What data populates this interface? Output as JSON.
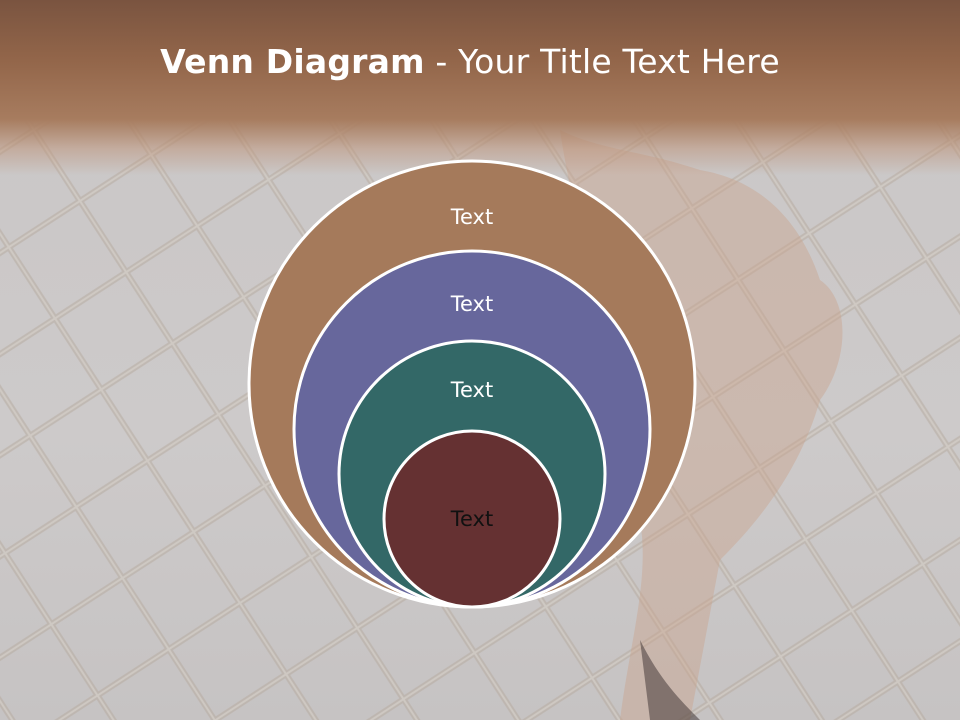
{
  "title": {
    "bold": "Venn Diagram",
    "rest": " - Your Title Text Here"
  },
  "diagram": {
    "type": "nested-circles",
    "circles": [
      {
        "label": "Text",
        "fill": "#a57a5b",
        "text_color": "#ffffff"
      },
      {
        "label": "Text",
        "fill": "#67679c",
        "text_color": "#ffffff"
      },
      {
        "label": "Text",
        "fill": "#336867",
        "text_color": "#ffffff"
      },
      {
        "label": "Text",
        "fill": "#653132",
        "text_color": "#111111"
      }
    ],
    "outline_color": "#ffffff"
  },
  "colors": {
    "header": "#93664a",
    "background": "#cbc8c8",
    "fence": "#b3a69c"
  }
}
